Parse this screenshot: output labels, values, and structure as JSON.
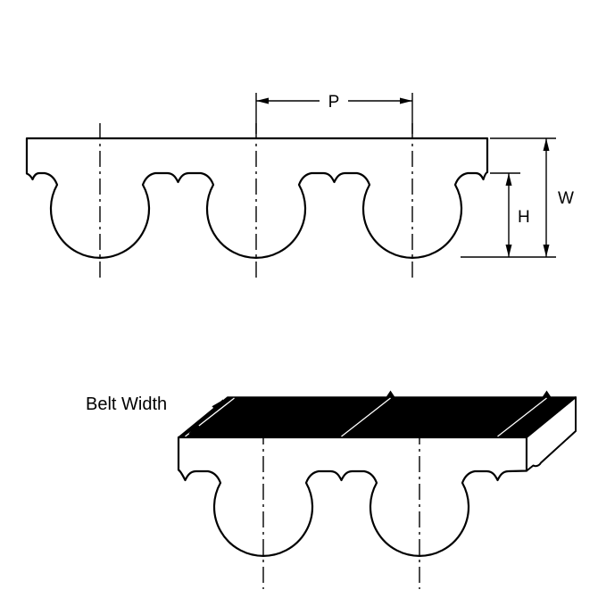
{
  "diagram": {
    "profile_view": {
      "pitch_label": "P",
      "thickness_label": "W",
      "tooth_height_label": "H"
    },
    "iso_view": {
      "belt_width_label": "Belt Width"
    },
    "colors": {
      "line": "#000000",
      "fill": "#ffffff",
      "top_surface": "#000000"
    }
  }
}
